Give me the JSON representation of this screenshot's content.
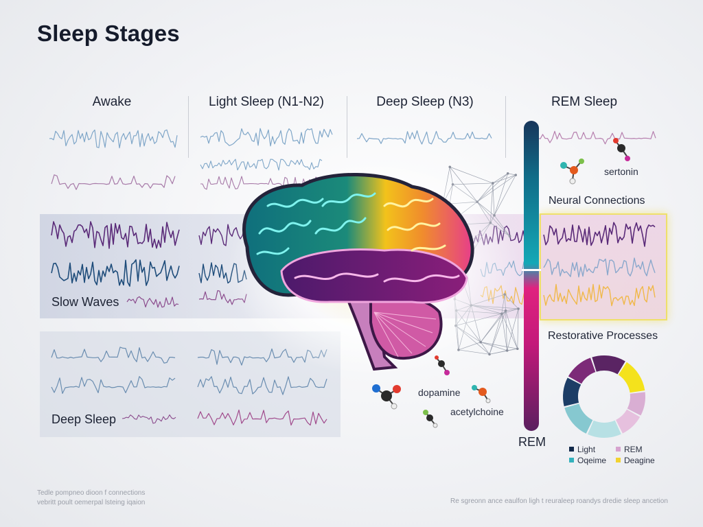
{
  "title": "Sleep Stages",
  "stages": [
    "Awake",
    "Light Sleep (N1-N2)",
    "Deep Sleep (N3)",
    "REM Sleep"
  ],
  "wave_labels": {
    "slow": "Slow Waves",
    "deep": "Deep Sleep"
  },
  "section_labels": {
    "neural": "Neural Connections",
    "restorative": "Restorative Processes"
  },
  "molecules": {
    "serotonin": "sertonin",
    "dopamine": "dopamine",
    "acetylcholine": "acetylchoine"
  },
  "bar_label": "REM",
  "legend": [
    {
      "label": "Light",
      "color": "#12294a"
    },
    {
      "label": "REM",
      "color": "#d6a3cf"
    },
    {
      "label": "Oqeime",
      "color": "#34b2bd"
    },
    {
      "label": "Deagine",
      "color": "#f2d230"
    }
  ],
  "donut_segments": [
    {
      "color": "#5a2463",
      "value": 14
    },
    {
      "color": "#f4e21c",
      "value": 14
    },
    {
      "color": "#d9aed3",
      "value": 10
    },
    {
      "color": "#e6c0de",
      "value": 10
    },
    {
      "color": "#b7e0e4",
      "value": 14
    },
    {
      "color": "#86c8d0",
      "value": 14
    },
    {
      "color": "#1c3d66",
      "value": 12
    },
    {
      "color": "#7c2a78",
      "value": 12
    }
  ],
  "footer_left": [
    "Tedle pompneo dioon f connections",
    "vebritt poult oemerpal lsteing iqaion"
  ],
  "footer_right": "Re sgreonn ance eaulfon ligh t reuraleep roandys dredie sleep ancetion"
}
